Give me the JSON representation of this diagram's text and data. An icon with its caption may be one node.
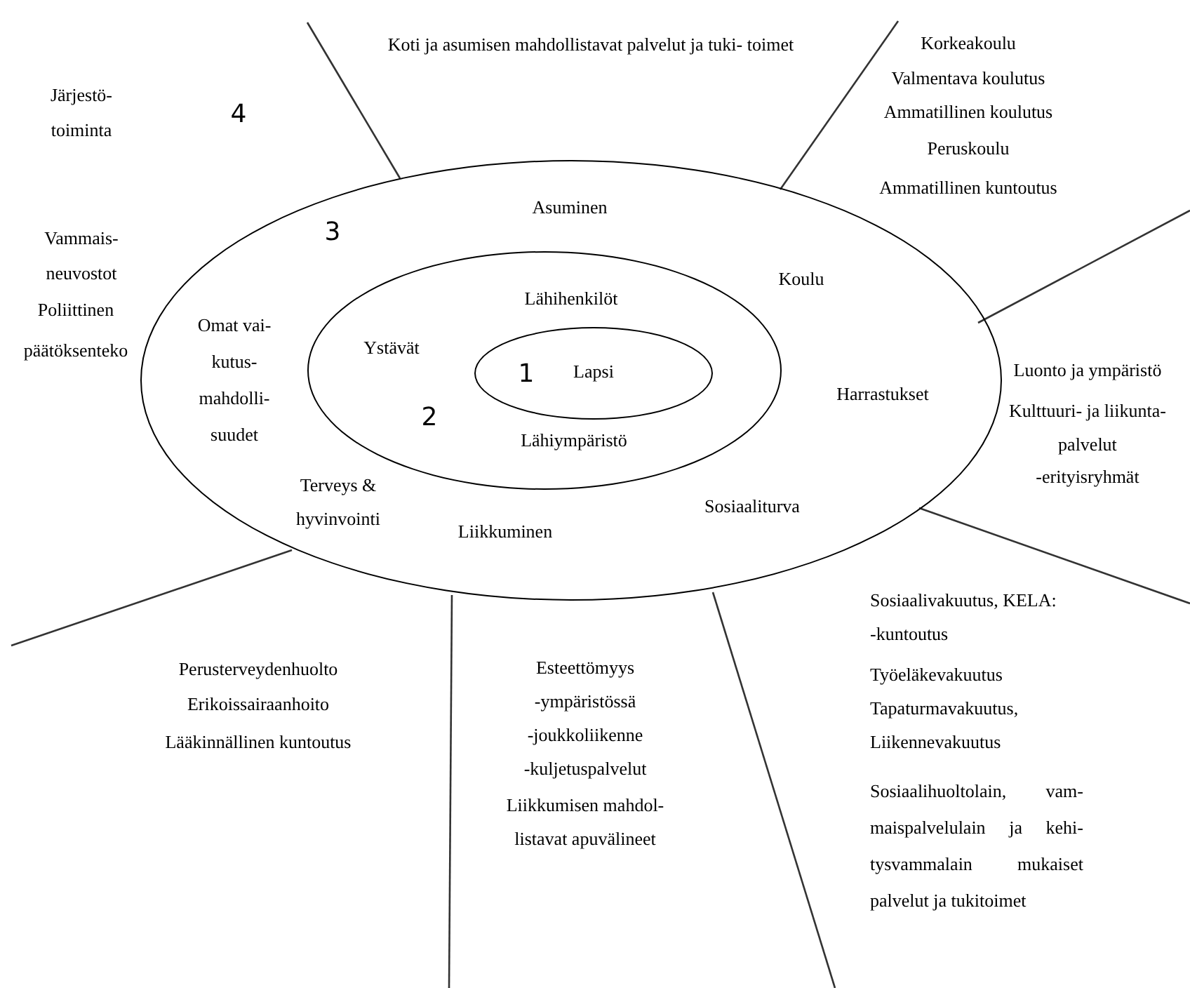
{
  "diagram": {
    "nodes": [
      {
        "text": [
          "3",
          "Asuminen",
          "Koulu",
          "Omat vai- kutus- mahdolli- suudet",
          "Harrastukset",
          "Terveys & hyvinvointi",
          "Sosiaaliturva",
          "Liikkuminen"
        ]
      },
      {
        "text": [
          "Lähihenkilöt",
          "Ystävät",
          "2",
          "Lähiympäristö"
        ],
        "in": 0
      },
      {
        "text": [
          "1",
          "Lapsi"
        ],
        "in": 1
      }
    ],
    "labels": [
      "Koti ja asumisen mahdollistavat palvelut ja tuki- toimet",
      "Korkeakoulu",
      "Järjestö- toiminta",
      "Valmentava koulutus",
      "Ammatillinen koulutus",
      "4",
      "Peruskoulu",
      "Ammatillinen kuntoutus",
      "Vammais- neuvostot",
      "Poliittinen päätöksenteko",
      "Luonto ja ympäristö",
      "Kulttuuri- ja liikunta- palvelut",
      "-erityisryhmät",
      "Sosiaalivakuutus, KELA:",
      "-kuntoutus",
      "Perusterveydenhuolto",
      "Esteettömyys",
      "Työeläkevakuutus",
      "Erikoissairaanhoito",
      "-ympäristössä",
      "Tapaturmavakuutus,",
      "Lääkinnällinen kuntoutus",
      "-joukkoliikenne",
      "Liikennevakuutus",
      "-kuljetuspalvelut",
      "Liikkumisen mahdol- listavat apuvälineet",
      "Sosiaalihuoltolain, vam- maispalvelulain ja kehi- tysvammalain mukaiset palvelut ja tukitoimet"
    ]
  }
}
